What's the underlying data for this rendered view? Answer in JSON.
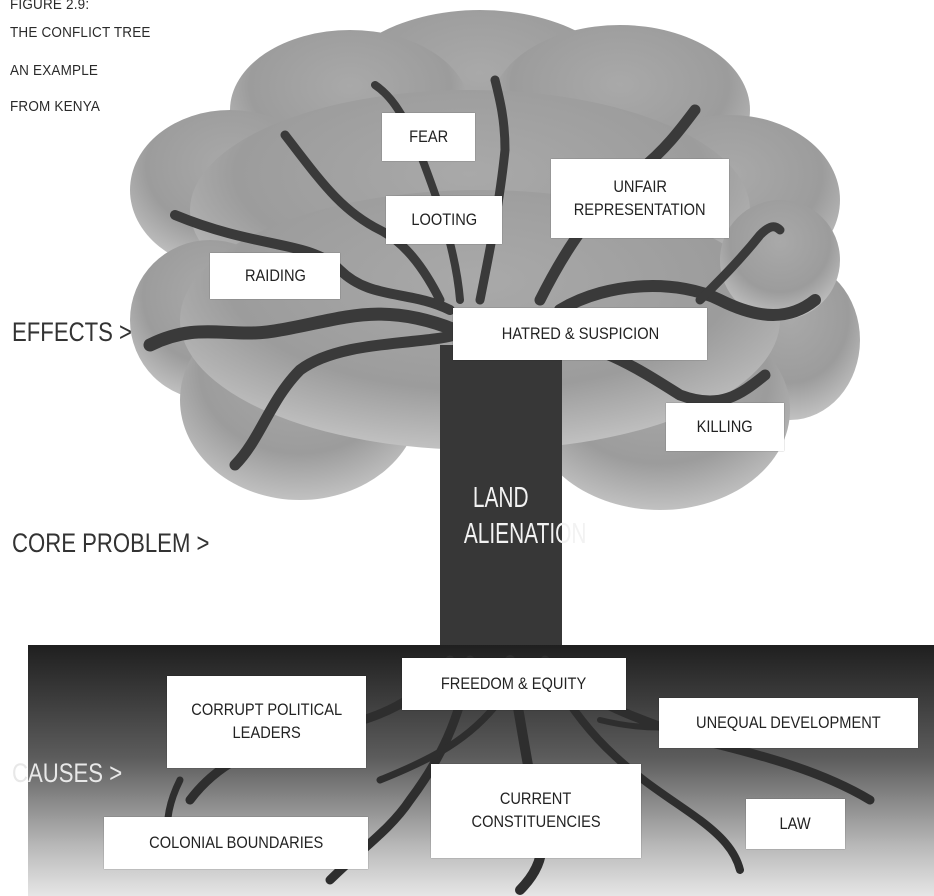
{
  "title_lines": [
    "FIGURE 2.9:",
    "THE CONFLICT TREE",
    "AN EXAMPLE",
    "FROM KENYA"
  ],
  "side_labels": {
    "effects": "EFFECTS >",
    "core_problem": "CORE PROBLEM >",
    "causes": "CAUSES >"
  },
  "core_problem": {
    "line1": "LAND",
    "line2": "ALIENATION"
  },
  "effects": {
    "fear": "FEAR",
    "looting": "LOOTING",
    "unfair_representation_1": "UNFAIR",
    "unfair_representation_2": "REPRESENTATION",
    "raiding": "RAIDING",
    "hatred": "HATRED & SUSPICION",
    "killing": "KILLING"
  },
  "causes": {
    "freedom": "FREEDOM & EQUITY",
    "corrupt_1": "CORRUPT POLITICAL",
    "corrupt_2": "LEADERS",
    "unequal": "UNEQUAL DEVELOPMENT",
    "current_1": "CURRENT",
    "current_2": "CONSTITUENCIES",
    "colonial": "COLONIAL BOUNDARIES",
    "law": "LAW"
  }
}
